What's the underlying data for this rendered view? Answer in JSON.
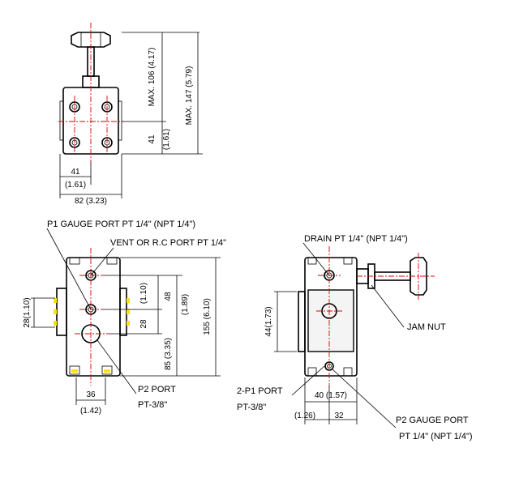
{
  "drawing": {
    "top_view": {
      "dim_max106": "MAX. 106 (4.17)",
      "dim_max147": "MAX. 147 (5.79)",
      "dim_41_v": "41",
      "dim_161_v": "(1.61)",
      "dim_41_h": "41",
      "dim_161_h": "(1.61)",
      "dim_82": "82 (3.23)"
    },
    "front_view": {
      "p1_gauge_port": "P1 GAUGE PORT   PT 1/4\" (NPT 1/4\")",
      "vent_port": "VENT OR R.C PORT   PT 1/4\"",
      "dim_28_left": "28(1.10)",
      "dim_110": "(1.10)",
      "dim_48": "48",
      "dim_189": "(1.89)",
      "dim_28": "28",
      "dim_85": "85  (3.35)",
      "dim_155": "155 (6.10)",
      "p2_port": "P2 PORT",
      "p2_port_spec": "PT-3/8\"",
      "dim_36": "36",
      "dim_142": "(1.42)"
    },
    "side_view": {
      "drain": "DRAIN PT 1/4\" (NPT 1/4\")",
      "jam_nut": "JAM NUT",
      "dim_44": "44(1.73)",
      "p1_port": "2-P1 PORT",
      "p1_port_spec": "PT-3/8\"",
      "dim_40": "40 (1.57)",
      "dim_126": "(1.26)",
      "dim_32": "32",
      "p2_gauge": "P2 GAUGE PORT",
      "p2_gauge_spec": "PT 1/4\" (NPT 1/4\")"
    }
  }
}
